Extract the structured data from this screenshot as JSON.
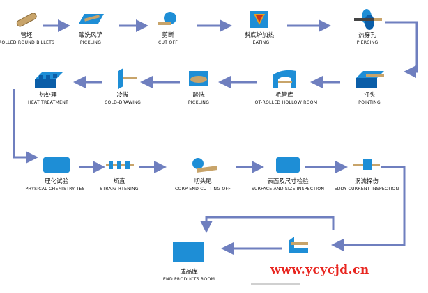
{
  "colors": {
    "arrow": "#6f7fbf",
    "icon_blue": "#1e8ed6",
    "icon_dark": "#0b5ea8",
    "steel": "#c8a46a",
    "watermark": "#e8251f"
  },
  "steps": [
    {
      "zh": "管坯",
      "en": "ROLLED ROUND BILLETS",
      "icon": "billet-icon"
    },
    {
      "zh": "酸洗风铲",
      "en": "PICKLING",
      "icon": "pickling-bath-icon"
    },
    {
      "zh": "剪断",
      "en": "CUT OFF",
      "icon": "cutter-icon"
    },
    {
      "zh": "斜底炉加热",
      "en": "HEATING",
      "icon": "furnace-icon"
    },
    {
      "zh": "热穿孔",
      "en": "PIERCING",
      "icon": "piercing-mill-icon"
    },
    {
      "zh": "打头",
      "en": "POINTING",
      "icon": "pointing-machine-icon"
    },
    {
      "zh": "毛管库",
      "en": "HOT-ROLLED HOLLOW ROOM",
      "icon": "hollow-room-icon"
    },
    {
      "zh": "酸洗",
      "en": "PICKLING",
      "icon": "pickling-tank-icon"
    },
    {
      "zh": "冷拔",
      "en": "COLD-DRAWING",
      "icon": "cold-draw-icon"
    },
    {
      "zh": "热处理",
      "en": "HEAT TREATMENT",
      "icon": "heat-treatment-icon"
    },
    {
      "zh": "理化试验",
      "en": "PHYSICAL CHEMISTRY TEST",
      "icon": "lab-test-icon"
    },
    {
      "zh": "矫直",
      "en": "STRAIG HTENING",
      "icon": "straightener-icon"
    },
    {
      "zh": "切头尾",
      "en": "CORP END CUTTING OFF",
      "icon": "end-cutter-icon"
    },
    {
      "zh": "表面及尺寸检验",
      "en": "SURFACE AND SIZE INSPECTION",
      "icon": "inspection-table-icon"
    },
    {
      "zh": "涡流探伤",
      "en": "EDDY CURRENT INSPECTION",
      "icon": "eddy-current-icon"
    },
    {
      "zh": "",
      "en": "",
      "icon": "packing-machine-icon"
    },
    {
      "zh": "成品库",
      "en": "END PRODUCTS ROOM",
      "icon": "warehouse-icon"
    }
  ],
  "watermark": "www.ycycjd.cn"
}
